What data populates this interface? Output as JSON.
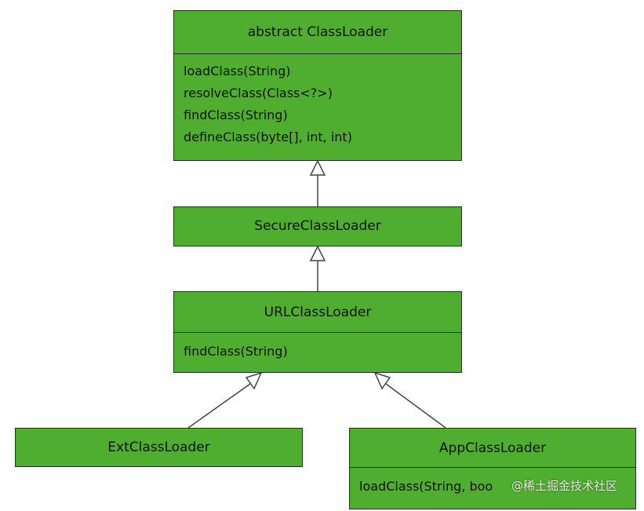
{
  "classes": {
    "classloader": {
      "name": "abstract ClassLoader",
      "methods": [
        "loadClass(String)",
        "resolveClass(Class<?>)",
        "findClass(String)",
        "defineClass(byte[], int, int)"
      ]
    },
    "secure": {
      "name": "SecureClassLoader"
    },
    "url": {
      "name": "URLClassLoader",
      "methods": [
        "findClass(String)"
      ]
    },
    "ext": {
      "name": "ExtClassLoader"
    },
    "app": {
      "name": "AppClassLoader",
      "methods": [
        "loadClass(String, boo"
      ]
    }
  },
  "colors": {
    "box_fill": "#4fae2f",
    "border": "#2b2b2b",
    "connector": "#444444"
  },
  "watermark": "@稀土掘金技术社区"
}
